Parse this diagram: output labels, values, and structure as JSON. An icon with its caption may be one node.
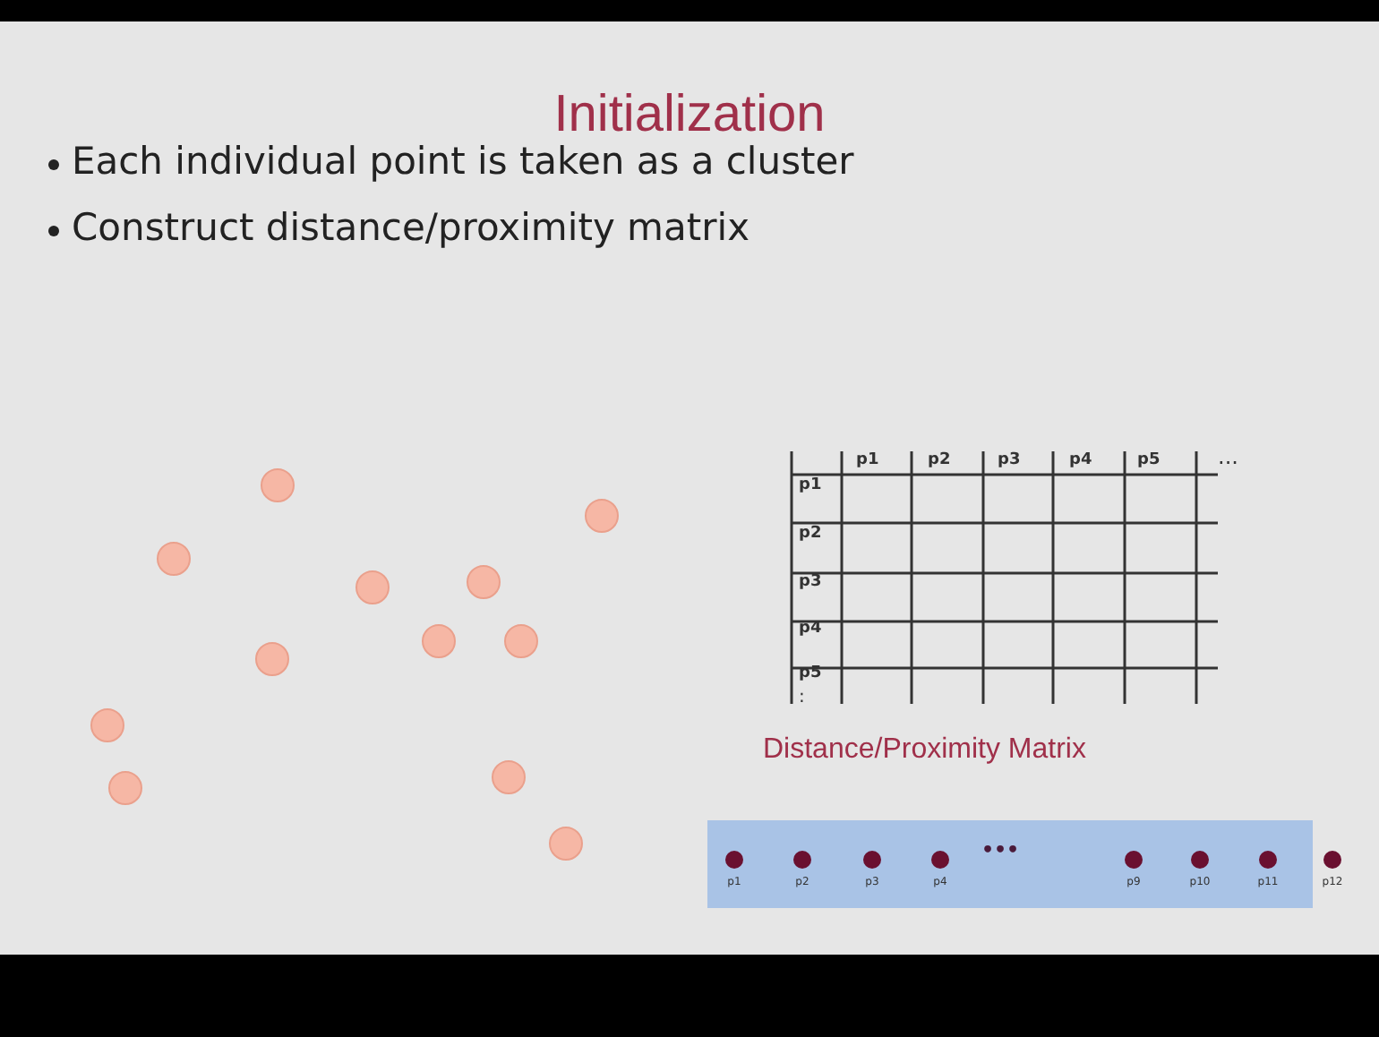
{
  "diagram": {
    "title": "Initialization",
    "labels": [
      "Each individual point is taken as a cluster",
      "Construct distance/proximity matrix",
      "p1",
      "p2",
      "p3",
      "p4",
      "p5",
      "...",
      "p1",
      "p2",
      "p3",
      "p4",
      "p5",
      ":",
      "Distance/Proximity Matrix",
      "p1",
      "p2",
      "p3",
      "p4",
      "•••",
      "p9",
      "p10",
      "p11",
      "p12"
    ]
  }
}
